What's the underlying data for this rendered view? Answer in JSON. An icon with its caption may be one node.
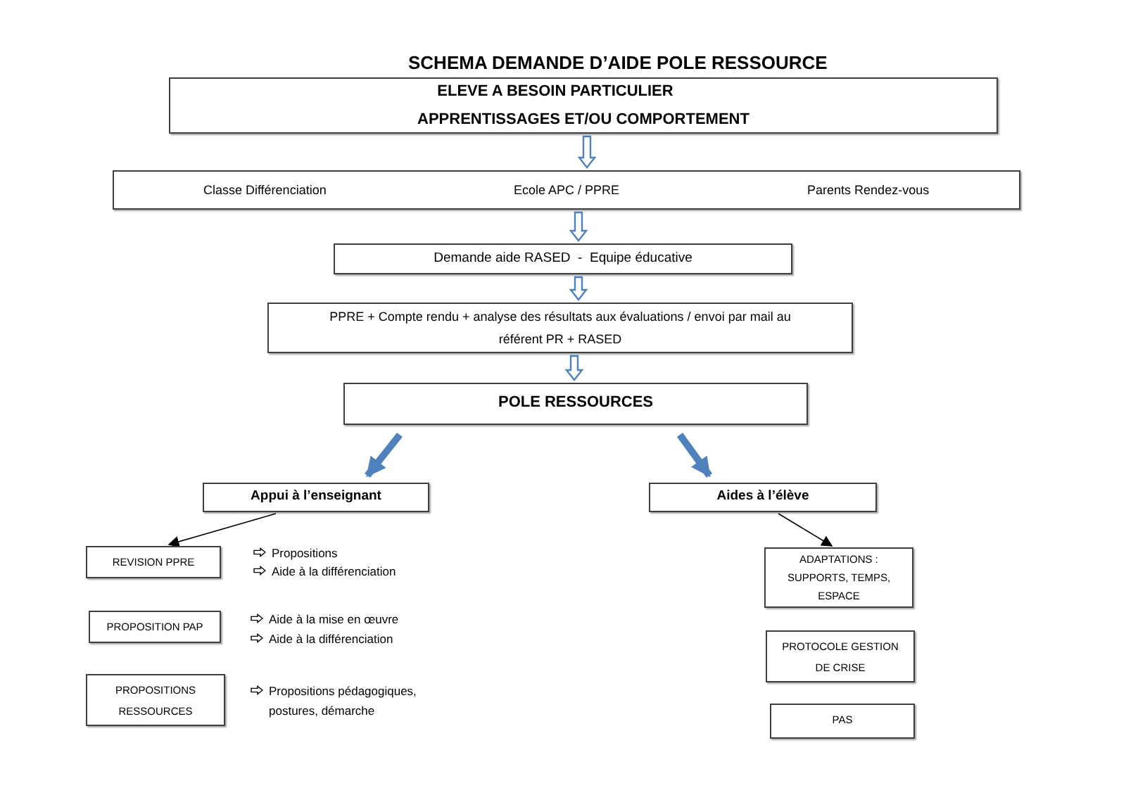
{
  "diagram": {
    "title": "SCHEMA DEMANDE D’AIDE POLE RESSOURCE",
    "nodes": [
      {
        "text": [
          "ELEVE A BESOIN PARTICULIER",
          "APPRENTISSAGES ET/OU COMPORTEMENT"
        ]
      },
      {
        "text": [
          "Classe Différenciation",
          "Ecole APC / PPRE",
          "Parents Rendez-vous"
        ]
      },
      {
        "text": [
          "Demande aide RASED  -  Equipe éducative"
        ]
      },
      {
        "text": [
          "PPRE  + Compte rendu + analyse des résultats aux évaluations / envoi par mail au référent PR + RASED"
        ]
      },
      {
        "text": [
          "POLE RESSOURCES"
        ]
      },
      {
        "text": [
          "Appui à l’enseignant"
        ]
      },
      {
        "text": [
          "Aides à l’élève"
        ]
      },
      {
        "text": [
          "REVISION PPRE"
        ],
        "beside": [
          "Propositions",
          "Aide à la différenciation"
        ]
      },
      {
        "text": [
          "PROPOSITION PAP"
        ],
        "beside": [
          "Aide à la mise en œuvre",
          "Aide à la différenciation"
        ]
      },
      {
        "text": [
          "PROPOSITIONS RESSOURCES"
        ],
        "beside": [
          "Propositions pédagogiques, postures, démarche"
        ]
      },
      {
        "text": [
          "ADAPTATIONS : SUPPORTS, TEMPS, ESPACE"
        ]
      },
      {
        "text": [
          "PROTOCOLE GESTION DE CRISE"
        ]
      },
      {
        "text": [
          "PAS"
        ]
      }
    ],
    "edges": [
      {
        "from": 0,
        "to": 1,
        "arrow": "to"
      },
      {
        "from": 1,
        "to": 2,
        "arrow": "to"
      },
      {
        "from": 2,
        "to": 3,
        "arrow": "to"
      },
      {
        "from": 3,
        "to": 4,
        "arrow": "to"
      },
      {
        "from": 4,
        "to": 5,
        "arrow": "to",
        "style": "thick"
      },
      {
        "from": 4,
        "to": 6,
        "arrow": "to",
        "style": "thick"
      },
      {
        "from": 5,
        "to": 7,
        "arrow": "to",
        "color": "#000000"
      },
      {
        "from": 6,
        "to": 10,
        "arrow": "to",
        "color": "#000000"
      }
    ]
  }
}
